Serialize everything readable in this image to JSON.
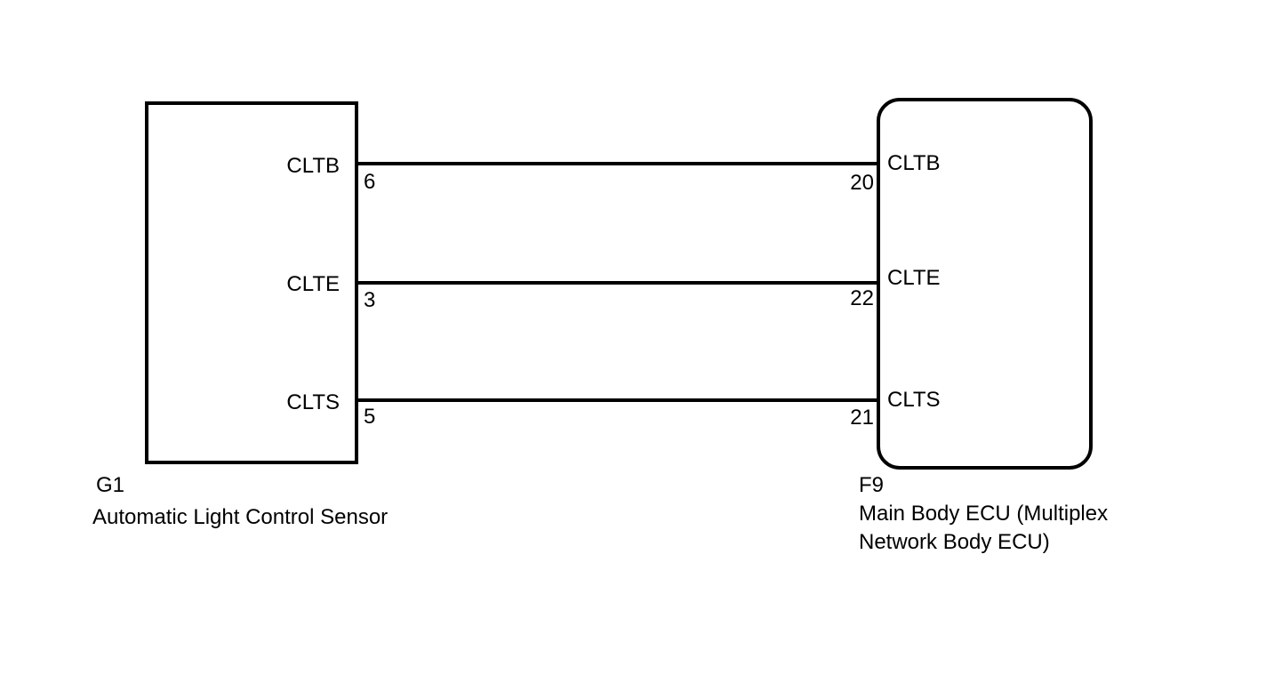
{
  "components": {
    "left": {
      "code": "G1",
      "name": "Automatic Light Control Sensor",
      "pins": [
        {
          "name": "CLTB",
          "number": "6"
        },
        {
          "name": "CLTE",
          "number": "3"
        },
        {
          "name": "CLTS",
          "number": "5"
        }
      ]
    },
    "right": {
      "code": "F9",
      "name_line1": "Main Body ECU (Multiplex",
      "name_line2": "Network Body ECU)",
      "pins": [
        {
          "name": "CLTB",
          "number": "20"
        },
        {
          "name": "CLTE",
          "number": "22"
        },
        {
          "name": "CLTS",
          "number": "21"
        }
      ]
    }
  },
  "colors": {
    "line": "#000000",
    "background": "#ffffff"
  }
}
